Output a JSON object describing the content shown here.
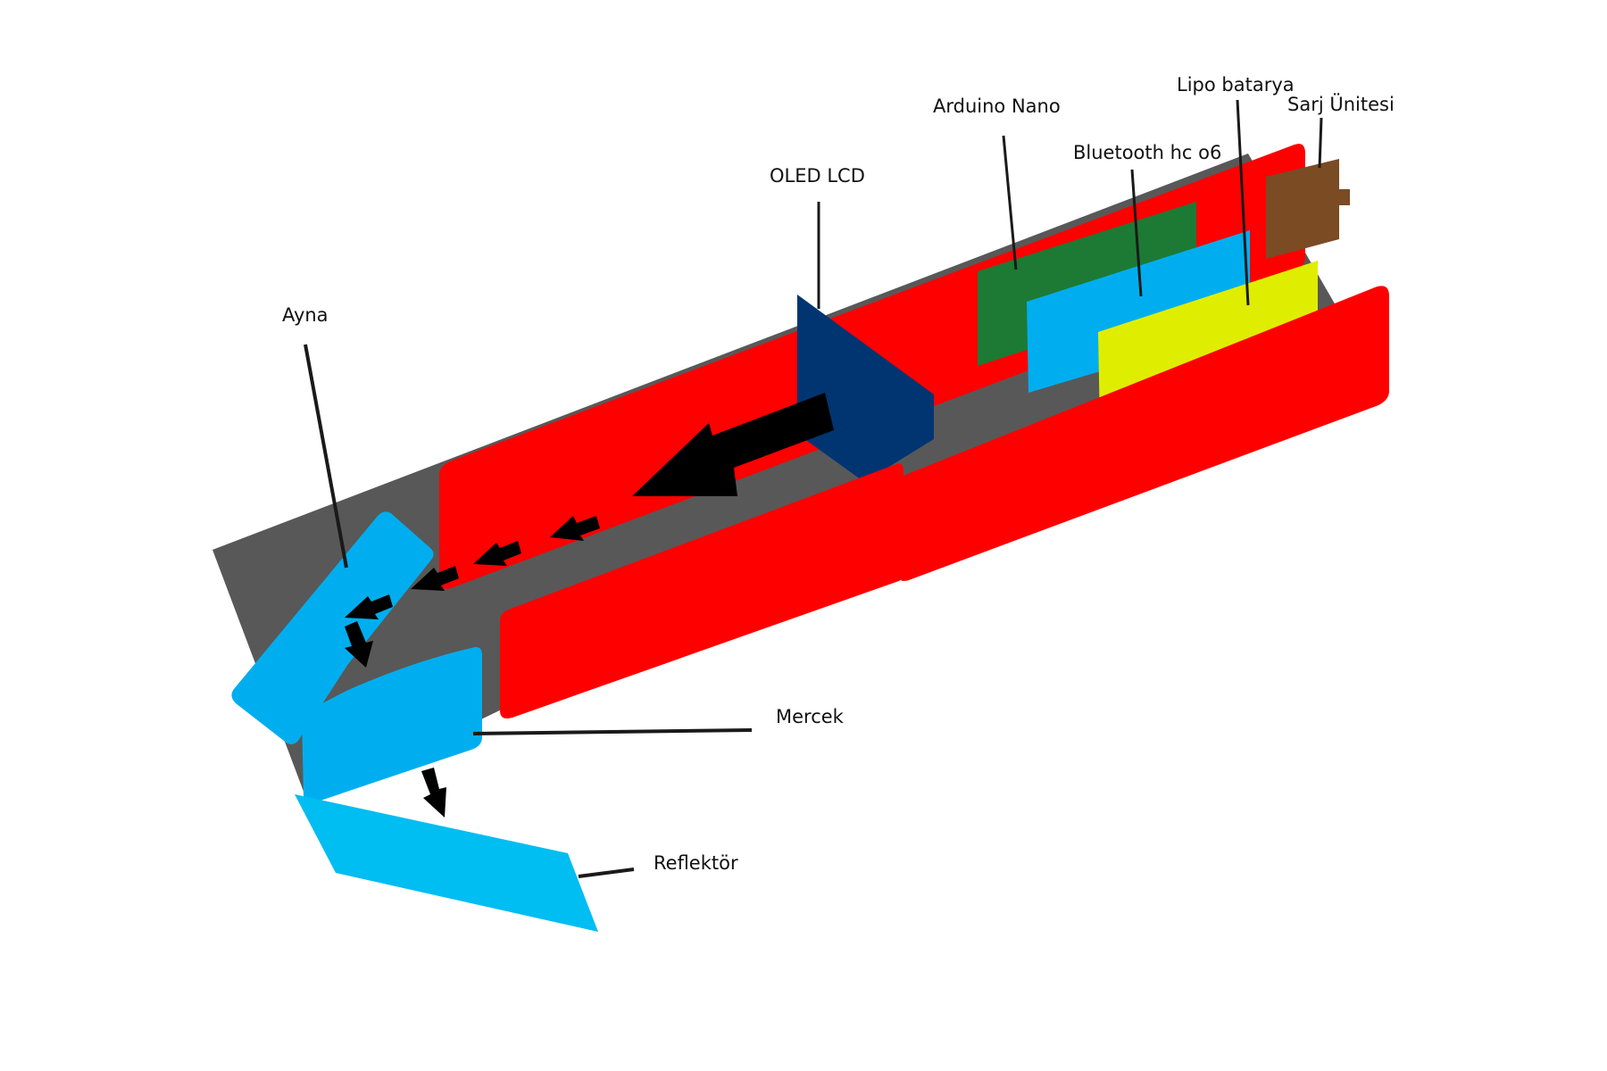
{
  "labels": {
    "arduino": "Arduino  Nano",
    "lipo": "Lipo batarya",
    "sarj": "Sarj Ünitesi",
    "bluetooth": "Bluetooth hc o6",
    "oled": "OLED LCD",
    "ayna": "Ayna",
    "mercek": "Mercek",
    "reflektor": "Reflektör"
  },
  "colors": {
    "case_red": "#ff0000",
    "base_gray": "#585858",
    "arduino_green": "#1c7a34",
    "bluetooth_blue": "#00aeef",
    "lipo_yellow": "#dfee00",
    "charger_brown": "#7b4b24",
    "oled_navy": "#003572",
    "optics_blue": "#00aeef",
    "reflector_blue": "#00bdf2",
    "arrow_black": "#000000",
    "leader_line": "#1a1a1a"
  },
  "icons": {
    "light_path": "arrow-icon"
  }
}
